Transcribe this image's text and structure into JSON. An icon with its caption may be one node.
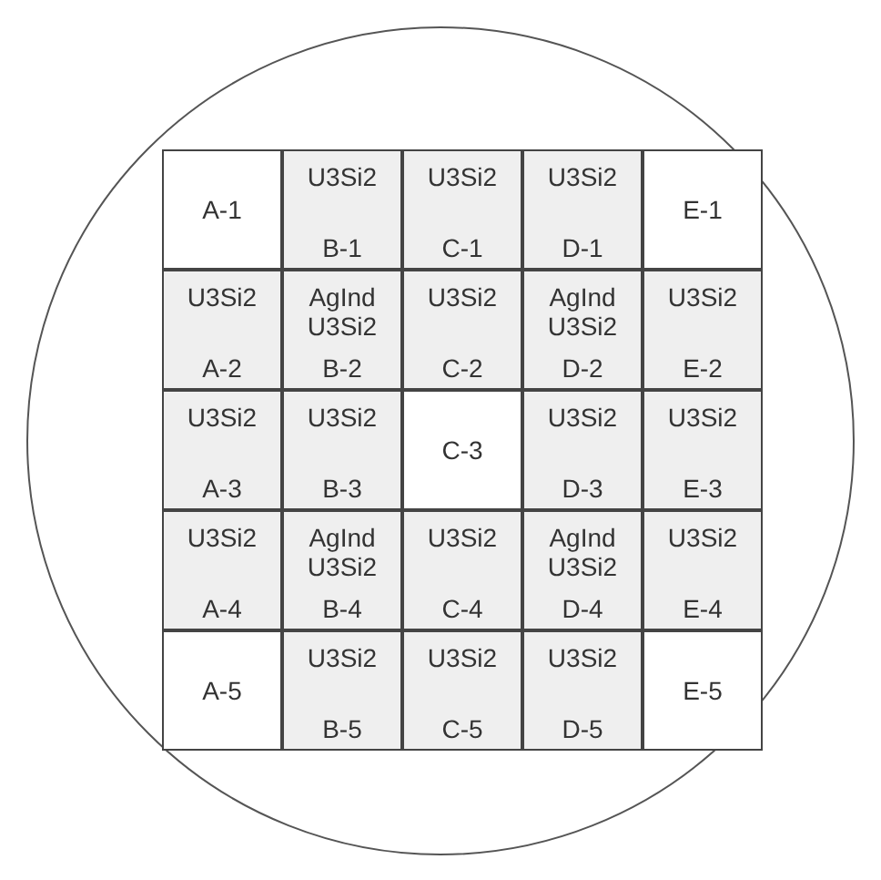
{
  "diagram": {
    "nodes": [
      {
        "text": [],
        "shape": "circle"
      },
      {
        "text": [
          "A-1"
        ],
        "in": 0
      },
      {
        "text": [
          "U3Si2",
          "B-1"
        ],
        "in": 0
      },
      {
        "text": [
          "U3Si2",
          "C-1"
        ],
        "in": 0
      },
      {
        "text": [
          "U3Si2",
          "D-1"
        ],
        "in": 0
      },
      {
        "text": [
          "E-1"
        ],
        "in": 0
      },
      {
        "text": [
          "U3Si2",
          "A-2"
        ],
        "in": 0
      },
      {
        "text": [
          "AgInd U3Si2",
          "B-2"
        ],
        "in": 0
      },
      {
        "text": [
          "U3Si2",
          "C-2"
        ],
        "in": 0
      },
      {
        "text": [
          "AgInd U3Si2",
          "D-2"
        ],
        "in": 0
      },
      {
        "text": [
          "U3Si2",
          "E-2"
        ],
        "in": 0
      },
      {
        "text": [
          "U3Si2",
          "A-3"
        ],
        "in": 0
      },
      {
        "text": [
          "U3Si2",
          "B-3"
        ],
        "in": 0
      },
      {
        "text": [
          "C-3"
        ],
        "in": 0
      },
      {
        "text": [
          "U3Si2",
          "D-3"
        ],
        "in": 0
      },
      {
        "text": [
          "U3Si2",
          "E-3"
        ],
        "in": 0
      },
      {
        "text": [
          "U3Si2",
          "A-4"
        ],
        "in": 0
      },
      {
        "text": [
          "AgInd U3Si2",
          "B-4"
        ],
        "in": 0
      },
      {
        "text": [
          "U3Si2",
          "C-4"
        ],
        "in": 0
      },
      {
        "text": [
          "AgInd U3Si2",
          "D-4"
        ],
        "in": 0
      },
      {
        "text": [
          "U3Si2",
          "E-4"
        ],
        "in": 0
      },
      {
        "text": [
          "A-5"
        ],
        "in": 0
      },
      {
        "text": [
          "U3Si2",
          "B-5"
        ],
        "in": 0
      },
      {
        "text": [
          "U3Si2",
          "C-5"
        ],
        "in": 0
      },
      {
        "text": [
          "U3Si2",
          "D-5"
        ],
        "in": 0
      },
      {
        "text": [
          "E-5"
        ],
        "in": 0
      }
    ],
    "edges": []
  }
}
